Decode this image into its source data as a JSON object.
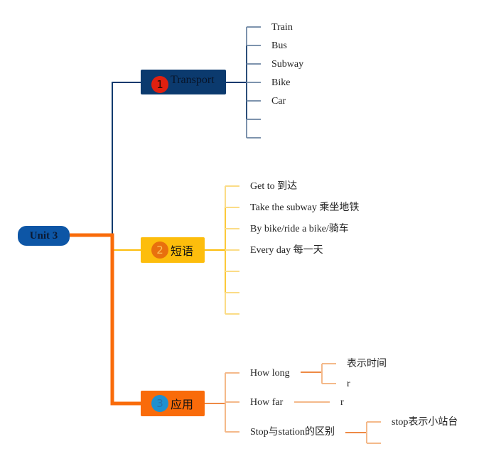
{
  "colors": {
    "root": "#0d56a6",
    "transport": "#0b3a6e",
    "phrases": "#fdbd0c",
    "usage": "#f96b0a",
    "transport_leaf_line": "#7d93ad",
    "phrases_leaf_line": "#fbdc86",
    "usage_leaf_line": "#f4b98a"
  },
  "root": {
    "label": "Unit 3"
  },
  "branches": [
    {
      "number": "1",
      "label": "Transport",
      "children": [
        "Train",
        "Bus",
        "Subway",
        "Bike",
        "Car",
        "",
        ""
      ]
    },
    {
      "number": "2",
      "label": "短语",
      "children": [
        "Get to 到达",
        "Take the subway 乘坐地铁",
        "By bike/ride a bike/骑车",
        "Every day 每一天",
        "",
        "",
        ""
      ]
    },
    {
      "number": "3",
      "label": "应用",
      "children": [
        {
          "label": "How long",
          "children": [
            "表示时间",
            "r"
          ]
        },
        {
          "label": "How far",
          "children": [
            "r"
          ]
        },
        {
          "label": "Stop与station的区别",
          "children": [
            "stop表示小站台",
            ""
          ]
        }
      ]
    }
  ]
}
